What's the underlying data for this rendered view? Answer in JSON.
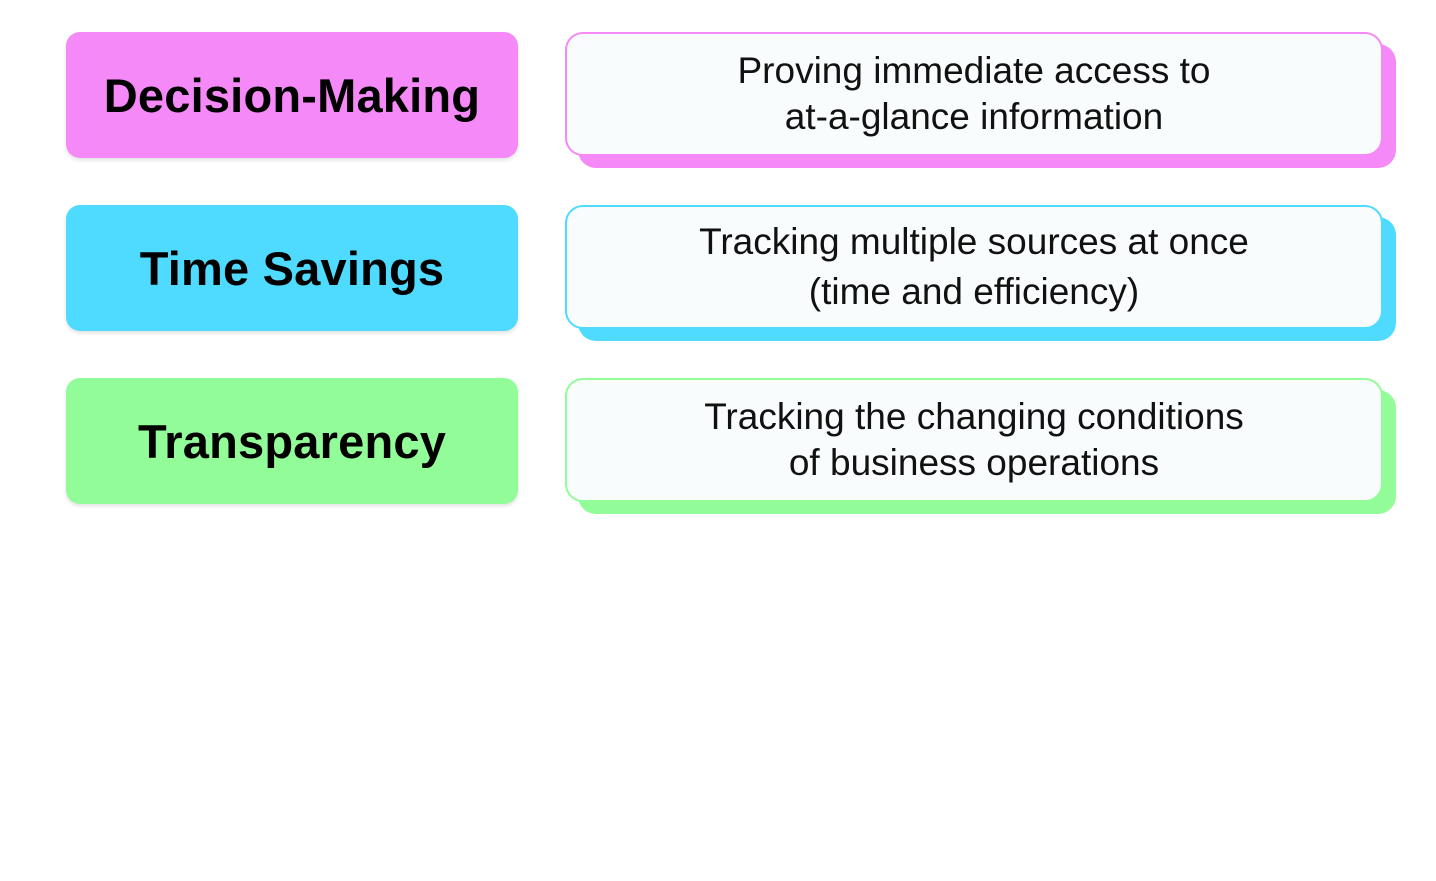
{
  "rows": [
    {
      "label": "Decision-Making",
      "description_lines": [
        "Proving immediate access to",
        "at-a-glance information"
      ],
      "color": "#f589f7"
    },
    {
      "label": "Time Savings",
      "description_lines": [
        "Tracking multiple sources at once",
        "(time and efficiency)"
      ],
      "color": "#4fdbff"
    },
    {
      "label": "Transparency",
      "description_lines": [
        "Tracking the changing conditions",
        "of business operations"
      ],
      "color": "#92fc99"
    }
  ]
}
